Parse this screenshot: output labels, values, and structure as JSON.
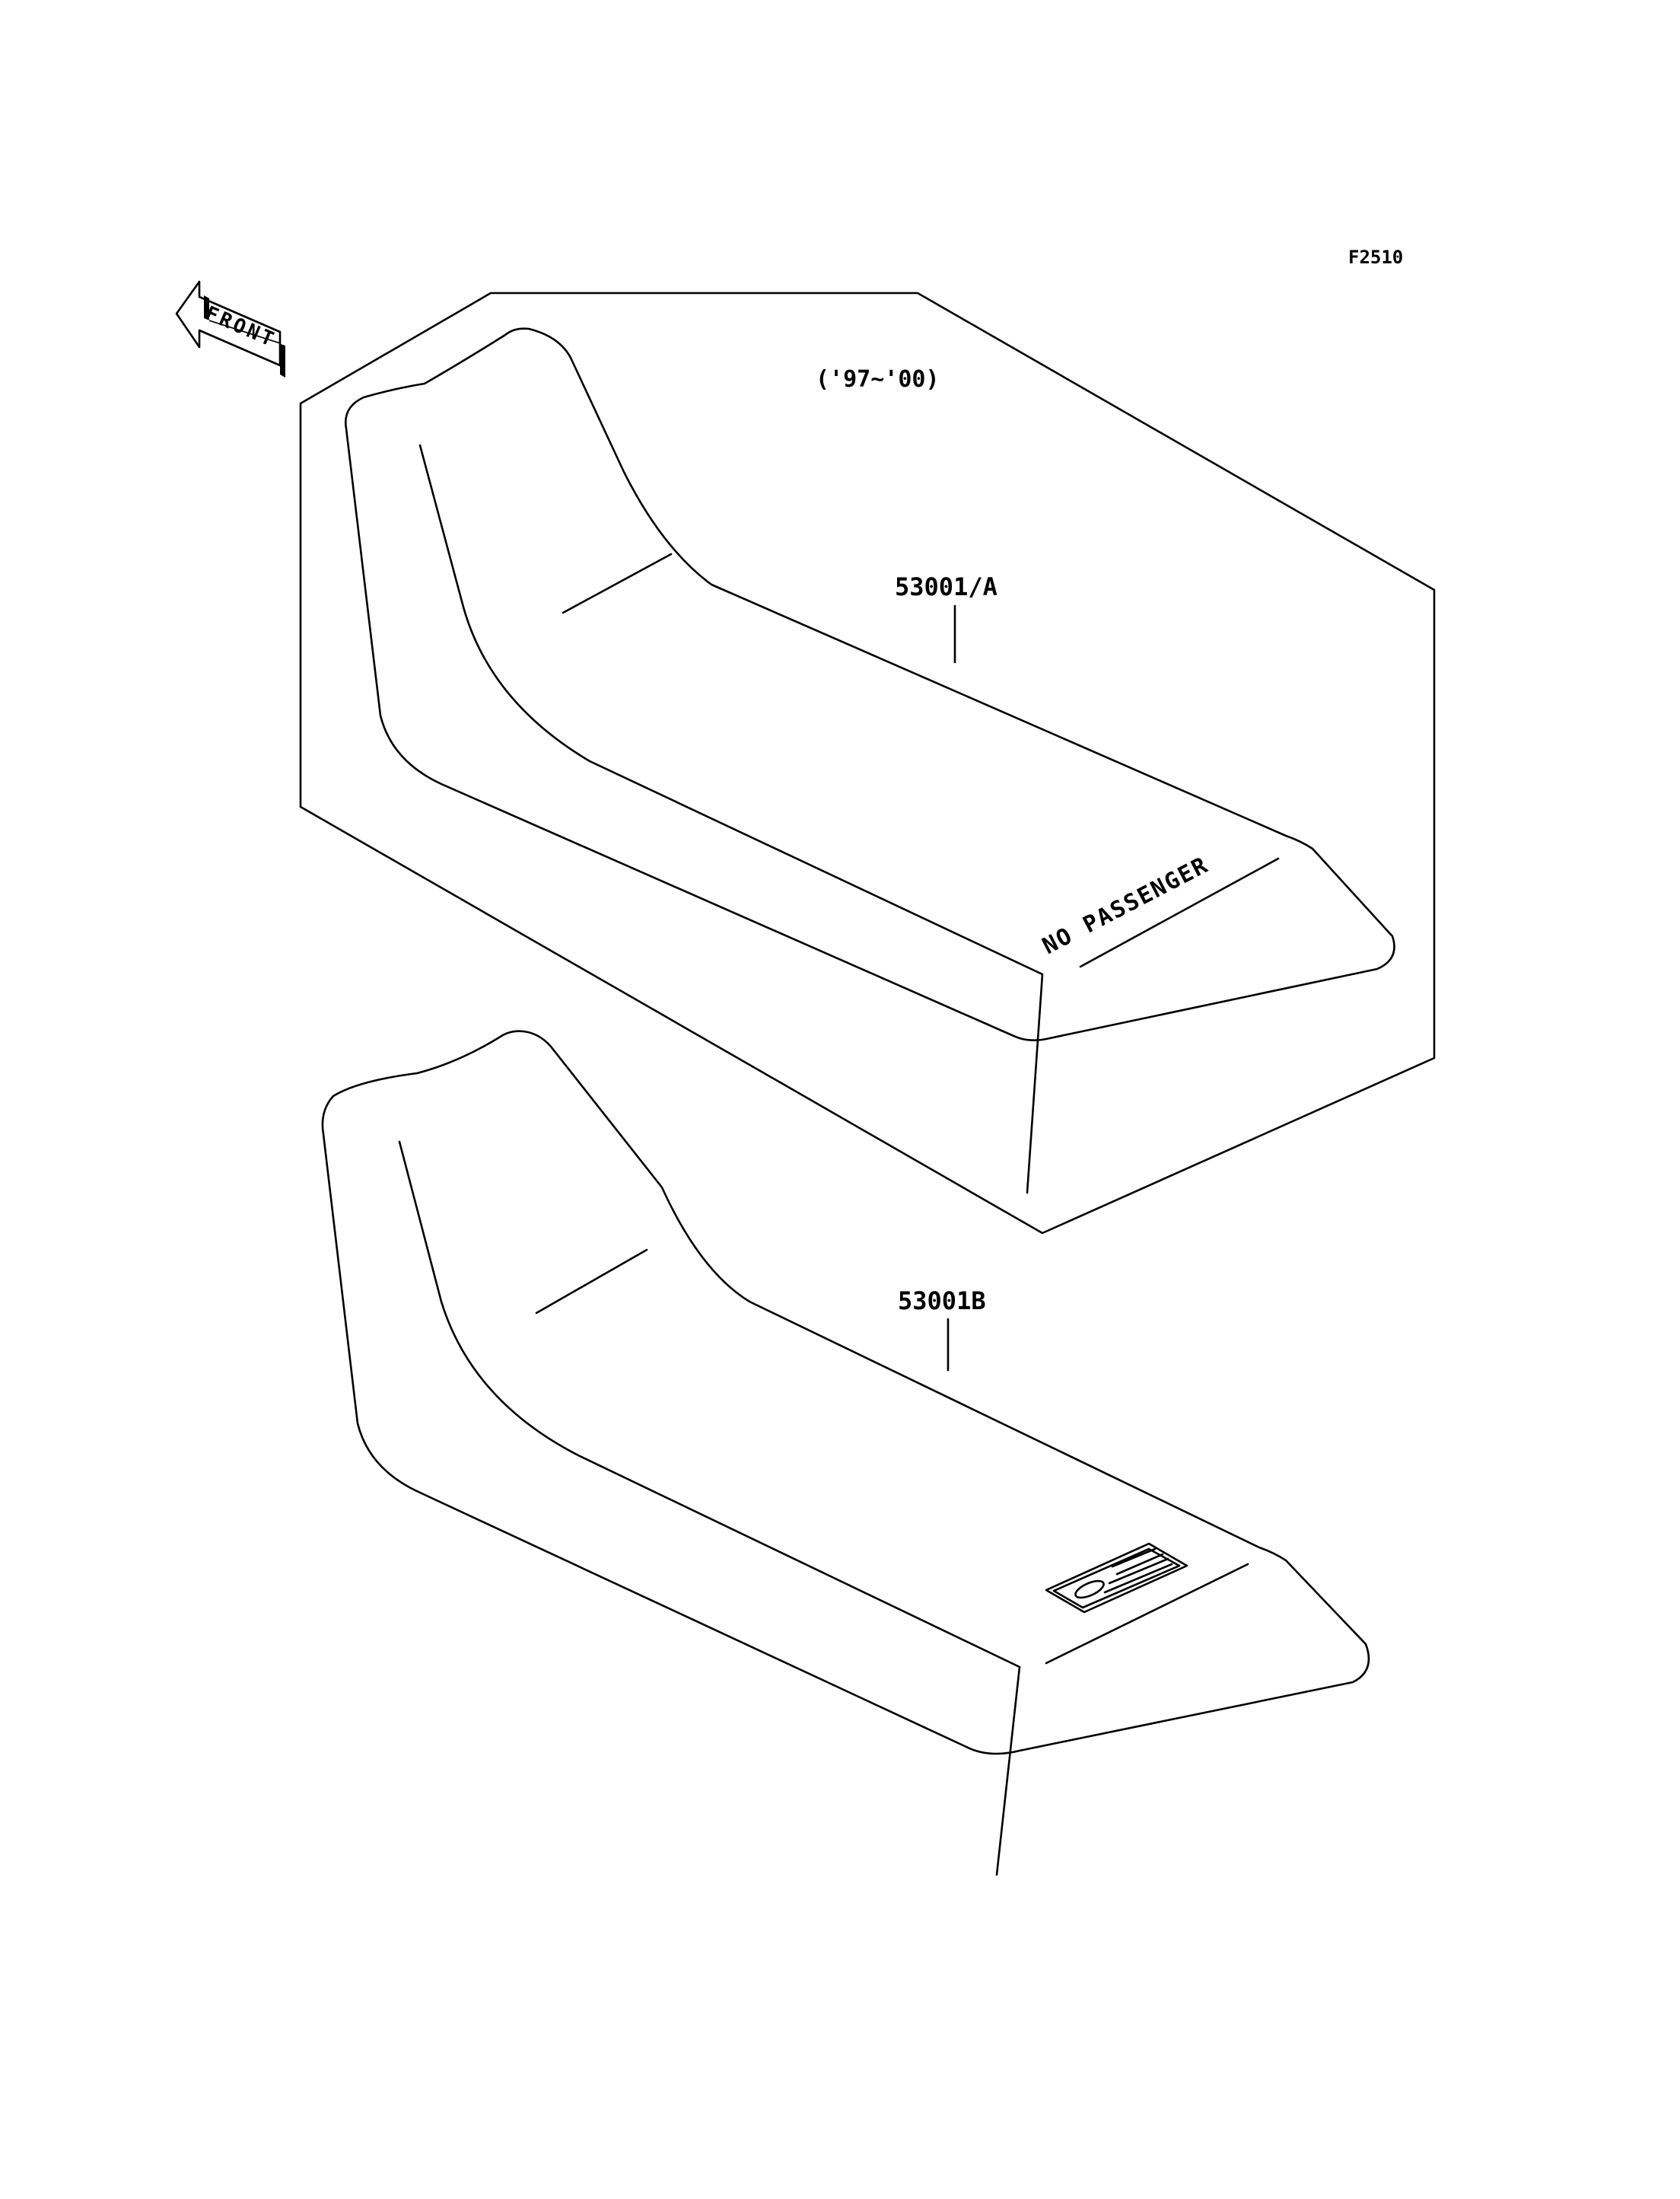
{
  "diagram_code": "F2510",
  "front_label": "FRONT",
  "year_range": "('97~'00)",
  "parts": [
    {
      "part_number": "53001/A",
      "seat_text": "NO PASSENGER"
    },
    {
      "part_number": "53001B"
    }
  ],
  "colors": {
    "line": "#000000",
    "background": "#ffffff"
  }
}
